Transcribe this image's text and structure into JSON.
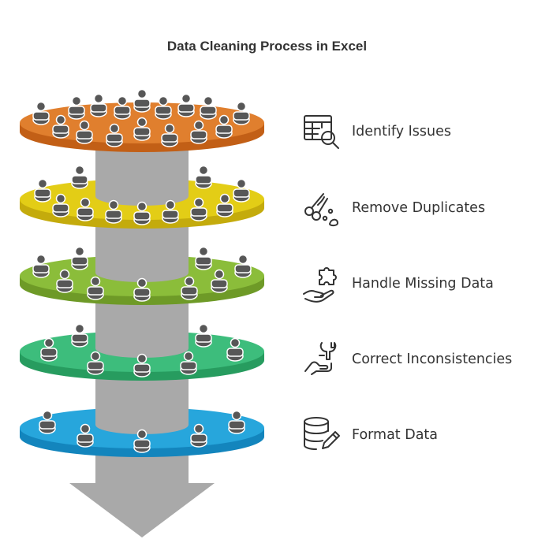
{
  "title": "Data Cleaning Process in Excel",
  "colors": {
    "column": "#a9a9a9",
    "arrow": "#a9a9a9",
    "person": "#575757",
    "icon_stroke": "#333333"
  },
  "steps": [
    {
      "label": "Identify Issues",
      "icon": "table-search-icon",
      "color": "#e07f2e",
      "side_color": "#c25f16"
    },
    {
      "label": "Remove Duplicates",
      "icon": "scissors-icon",
      "color": "#e3cd16",
      "side_color": "#c4ab0c"
    },
    {
      "label": "Handle Missing Data",
      "icon": "puzzle-hand-icon",
      "color": "#8bbd3a",
      "side_color": "#6e9a27"
    },
    {
      "label": "Correct Inconsistencies",
      "icon": "wrench-hand-icon",
      "color": "#3dbd7c",
      "side_color": "#279c5f"
    },
    {
      "label": "Format Data",
      "icon": "database-edit-icon",
      "color": "#27a6dc",
      "side_color": "#1385bd"
    }
  ]
}
